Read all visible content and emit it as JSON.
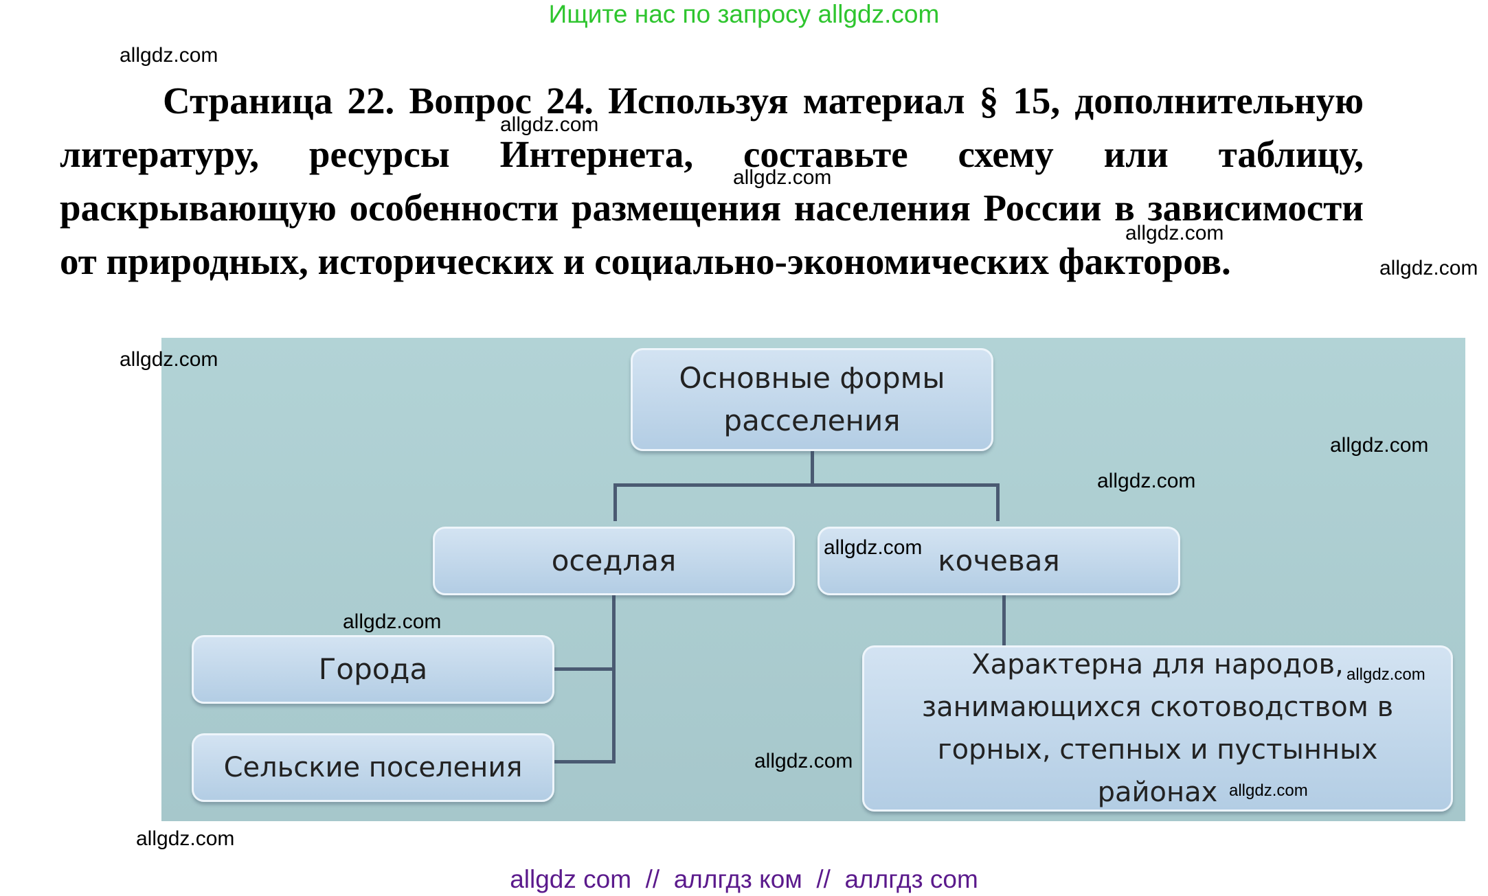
{
  "banner": "Ищите нас по запросу allgdz.com",
  "question": "Страница 22. Вопрос 24. Используя материал § 15, дополнительную литературу, ресурсы Интернета, составьте схему или таблицу, раскрывающую особенности размещения населения России в зависимости от природных, исторических и социально-экономических факторов.",
  "diagram": {
    "root": "Основные формы расселения",
    "settled": "оседлая",
    "nomadic": "кочевая",
    "cities": "Города",
    "rural": "Сельские поселения",
    "nomadic_desc": "Характерна для народов, занимающихся скотоводством в горных, степных и пустынных районах"
  },
  "watermark": "allgdz.com",
  "footer": "allgdz com  //  аллгдз ком  //  аллгдз com",
  "colors": {
    "banner": "#2ec52e",
    "footer": "#5b1a8c",
    "diagram_bg": "#aecfd3",
    "box": "#c3d8ec",
    "connector": "#4a5a72"
  }
}
